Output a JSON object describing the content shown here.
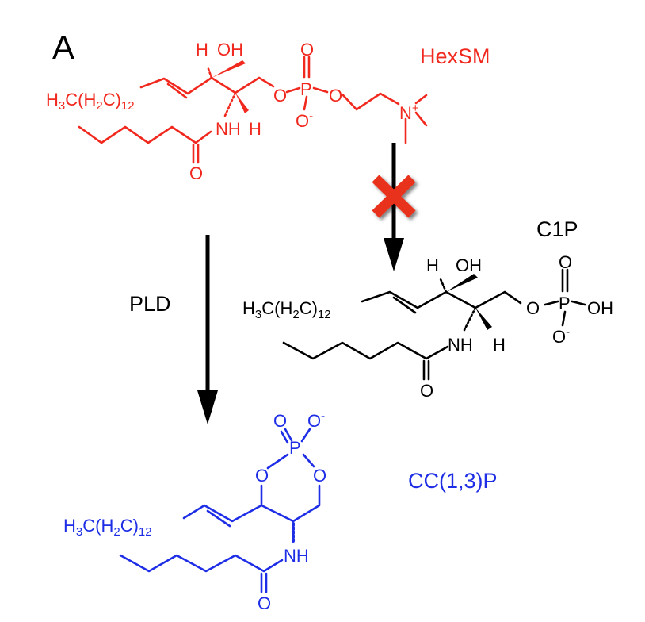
{
  "panel_label": "A",
  "colors": {
    "hexsm": "#f0281e",
    "c1p": "#000000",
    "cc13p": "#1e2de6",
    "block": "#e8301e"
  },
  "molecules": {
    "hexsm": {
      "name": "HexSM",
      "chain": [
        "H",
        "3",
        "C(H",
        "2",
        "C)",
        "12"
      ],
      "atoms": {
        "h_top": "H",
        "oh": "OH",
        "nh": "NH",
        "h_bottom": "H",
        "o_carbonyl": "O",
        "o_ester": "O",
        "p": "P",
        "o_double": "O",
        "o_minus": "O",
        "minus": "-",
        "o_ester2": "O",
        "n": "N",
        "plus": "+"
      }
    },
    "c1p": {
      "name": "C1P",
      "chain": [
        "H",
        "3",
        "C(H",
        "2",
        "C)",
        "12"
      ],
      "atoms": {
        "h_top": "H",
        "oh": "OH",
        "nh": "NH",
        "h_bottom": "H",
        "o_carbonyl": "O",
        "o_ester": "O",
        "p": "P",
        "o_double": "O",
        "o_minus": "O",
        "minus": "-",
        "p_oh": "OH"
      }
    },
    "cc13p": {
      "name": "CC(1,3)P",
      "chain": [
        "H",
        "3",
        "C(H",
        "2",
        "C)",
        "12"
      ],
      "atoms": {
        "nh": "NH",
        "o_carbonyl": "O",
        "o_ring1": "O",
        "o_ring2": "O",
        "p": "P",
        "o_double": "O",
        "o_minus": "O",
        "minus": "-"
      }
    }
  },
  "reactions": {
    "pld": {
      "label": "PLD"
    },
    "blocked": {
      "label": "",
      "symbol": "blocked-x"
    }
  }
}
